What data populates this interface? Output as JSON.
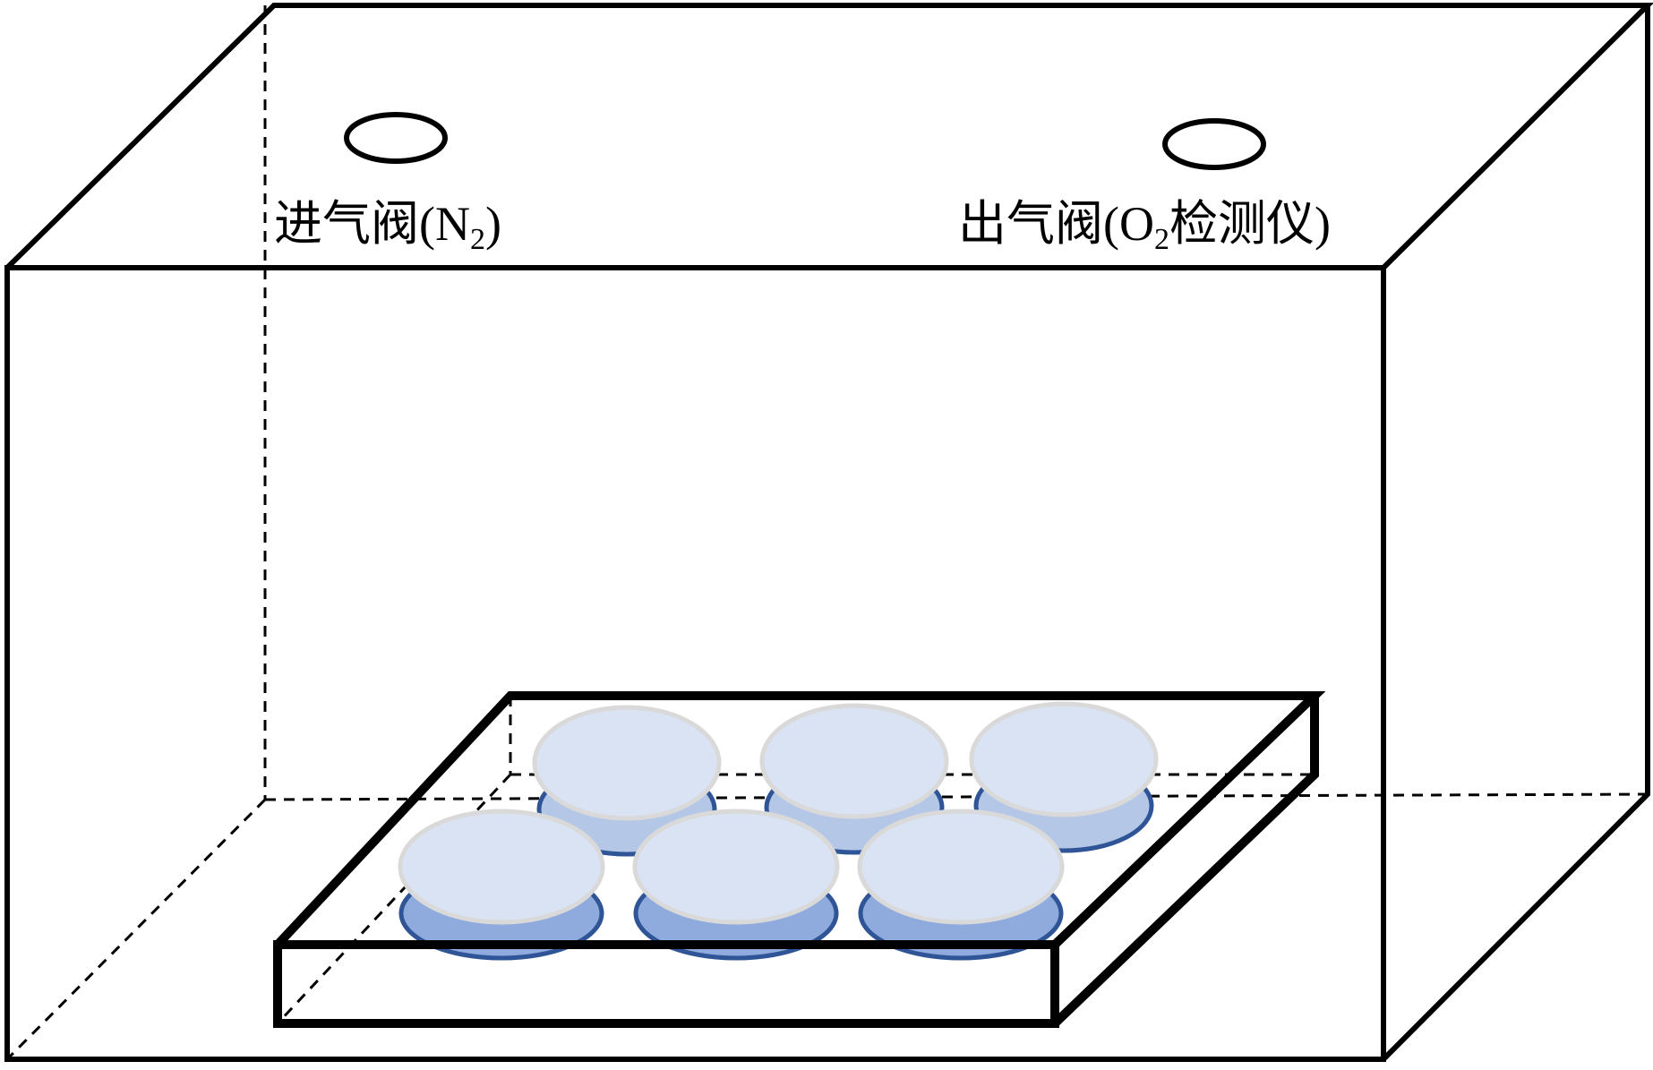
{
  "labels": {
    "inlet_main": "进气阀(N",
    "inlet_sub": "2",
    "inlet_close": ")",
    "outlet_main": "出气阀(O",
    "outlet_sub": "2",
    "outlet_close": "检测仪)"
  },
  "colors": {
    "line": "#000000",
    "dish_lid_fill": "#dae3f3",
    "dish_lid_stroke": "#d9d9d9",
    "dish_base_back": "#b4c7e7",
    "dish_base_front": "#8faadc",
    "dish_base_stroke": "#2f5597"
  },
  "dish_grid": {
    "rows": 2,
    "columns": 3
  }
}
